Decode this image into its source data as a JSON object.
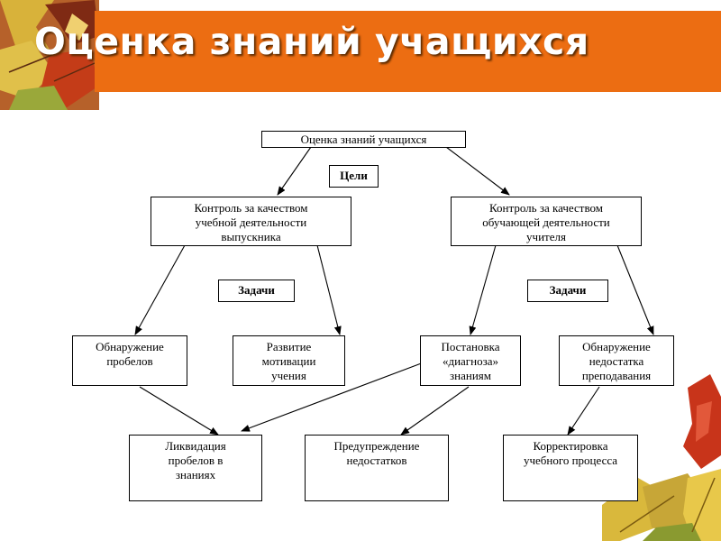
{
  "slide": {
    "title": "Оценка знаний учащихся",
    "accent_color": "#ec6d12"
  },
  "diagram": {
    "root": "Оценка знаний учащихся",
    "goals_label": "Цели",
    "tasks_label_left": "Задачи",
    "tasks_label_right": "Задачи",
    "control_graduate": "Контроль за качеством\nучебной деятельности\nвыпускника",
    "control_teacher": "Контроль за качеством\nобучающей деятельности\nучителя",
    "gap_detection": "Обнаружение\nпробелов",
    "motivation": "Развитие\nмотивации\nучения",
    "diagnosis": "Постановка\n«диагноза»\nзнаниям",
    "teaching_shortfall": "Обнаружение\nнедостатка\nпреподавания",
    "gap_elimination": "Ликвидация\nпробелов в\nзнаниях",
    "prevention": "Предупреждение\nнедостатков",
    "correction": "Корректировка\nучебного процесса"
  }
}
